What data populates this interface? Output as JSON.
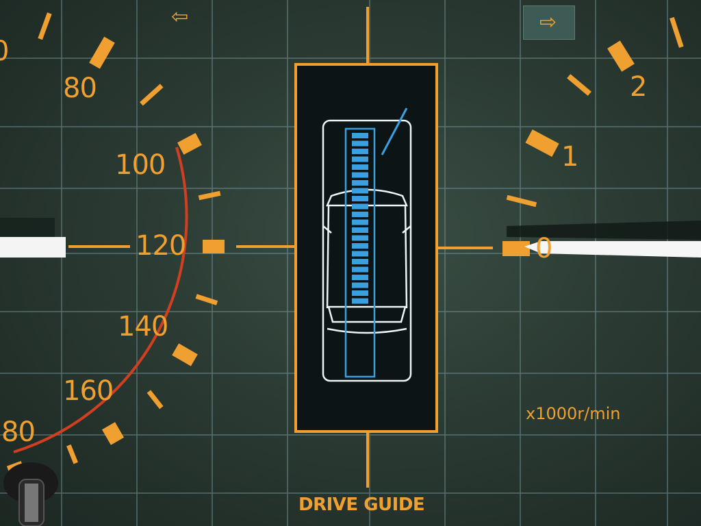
{
  "speedometer": {
    "labels": [
      "0",
      "80",
      "100",
      "120",
      "140",
      "160",
      "80"
    ]
  },
  "tachometer": {
    "labels": [
      "2",
      "1",
      "0"
    ],
    "unit": "x1000r/min"
  },
  "drive_guide": {
    "label": "DRIVE GUIDE"
  },
  "indicators": {
    "left_arrow": "⇦",
    "right_arrow": "⇨"
  },
  "colors": {
    "accent": "#f0a030",
    "grid": "#7fa0a8",
    "redline": "#d04020",
    "display_bg": "#0c1416",
    "display_blue": "#3aa0e0",
    "needle": "#f4f4f4"
  }
}
